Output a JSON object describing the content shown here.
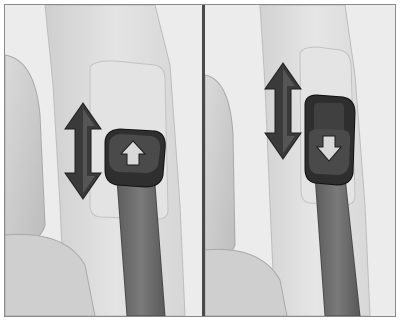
{
  "figure": {
    "panels": [
      {
        "id": "left",
        "description_label": "",
        "adjuster_direction": "up"
      },
      {
        "id": "right",
        "description_label": "",
        "adjuster_direction": "down"
      }
    ],
    "icons": [
      "double-arrow-icon",
      "arrow-up-icon",
      "arrow-down-icon"
    ],
    "colors": {
      "background": "#e9e9e9",
      "pillar": "#dcdcdc",
      "seat": "#d2d2d2",
      "belt": "#6e6e6e",
      "adjuster": "#2f2f2f",
      "arrow": "#3a3a3a",
      "divider": "#4a4a4a"
    }
  }
}
